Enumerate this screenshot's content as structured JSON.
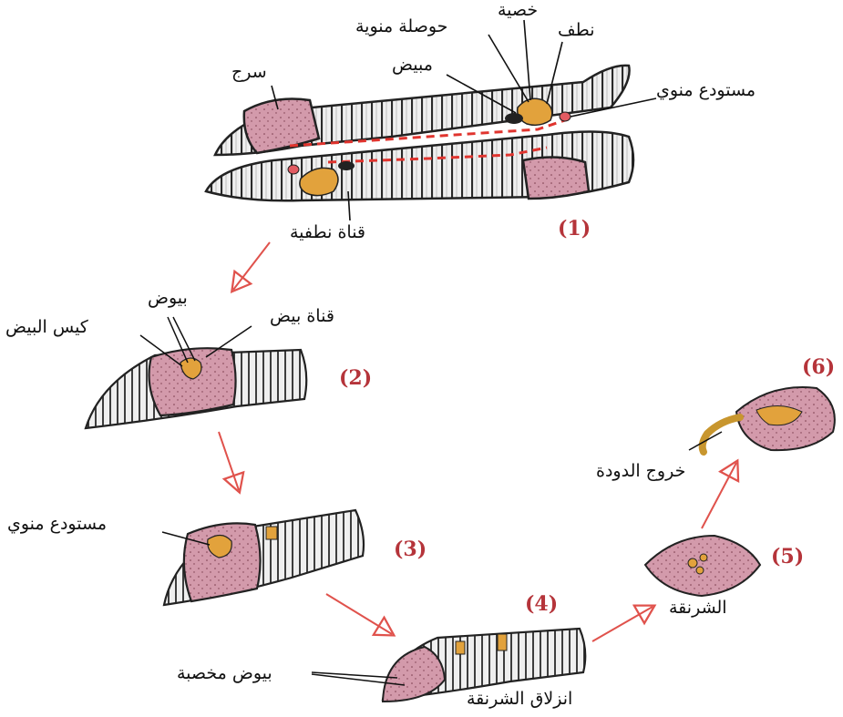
{
  "diagram": {
    "step_labels": [
      "(1)",
      "(2)",
      "(3)",
      "(4)",
      "(5)",
      "(6)"
    ],
    "labels": {
      "saddle": "سرج",
      "sperm_duct": "قناة نطفية",
      "ovary": "مبيض",
      "seminal_vesicle": "حوصلة منوية",
      "testis": "خصية",
      "sperm": "نطف",
      "spermatheca": "مستودع منوي",
      "eggs": "بيوض",
      "egg_sac": "كيس البيض",
      "oviduct": "قناة بيض",
      "spermatheca_3": "مستودع منوي",
      "fertilized_eggs": "بيوض مخصبة",
      "cocoon_slide": "انزلاق الشرنقة",
      "cocoon": "الشرنقة",
      "worm_exit": "خروج الدودة"
    },
    "colors": {
      "worm_body": "#ececec",
      "worm_outline": "#222222",
      "clitellum": "#d39aab",
      "gonad": "#e2a23c",
      "sperm_path": "#e0342e",
      "arrow": "#e0524c",
      "step_number": "#b5343a"
    }
  }
}
